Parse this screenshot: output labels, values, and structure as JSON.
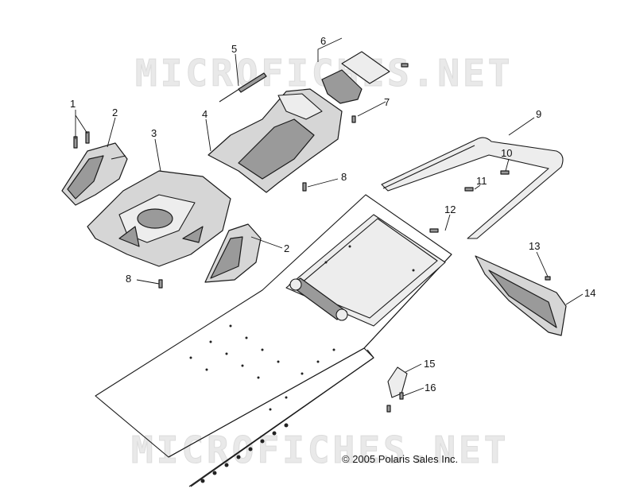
{
  "watermarks": [
    "MICROFICHES.NET",
    "MICROFICHES.NET"
  ],
  "copyright": "© 2005 Polaris Sales Inc.",
  "callouts": [
    "1",
    "2",
    "3",
    "4",
    "5",
    "6",
    "7",
    "8",
    "9",
    "10",
    "11",
    "12",
    "2",
    "8",
    "13",
    "14",
    "15",
    "16"
  ]
}
